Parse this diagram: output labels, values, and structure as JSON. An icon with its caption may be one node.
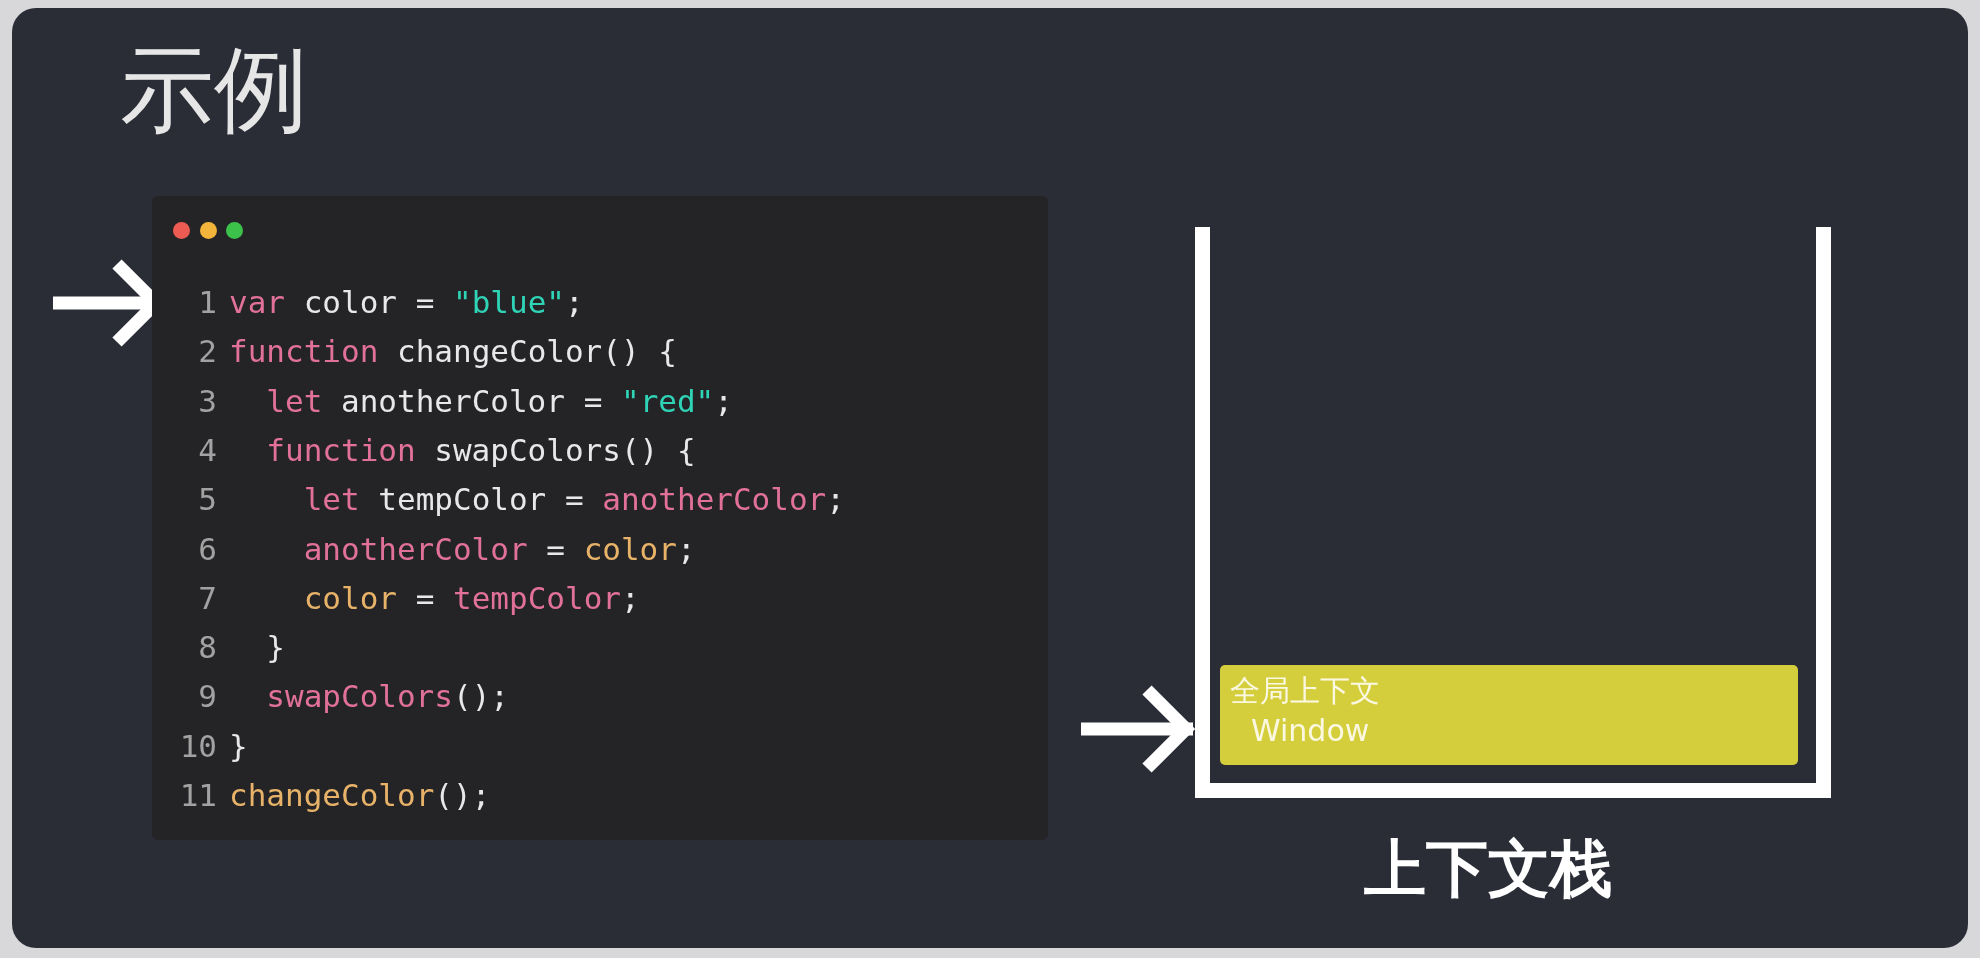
{
  "diagram": {
    "title": "示例",
    "nodes": [
      {
        "text": [],
        "shape": "box"
      },
      {
        "text": [
          "1",
          "var color = \"blue\";"
        ],
        "in": 0
      },
      {
        "text": [
          "2",
          "function changeColor() {"
        ],
        "in": 0
      },
      {
        "text": [
          "3",
          "let anotherColor = \"red\";"
        ],
        "in": 0
      },
      {
        "text": [
          "4",
          "function swapColors() {"
        ],
        "in": 0
      },
      {
        "text": [
          "5",
          "let tempColor = anotherColor;"
        ],
        "in": 0
      },
      {
        "text": [
          "6",
          "anotherColor = color;"
        ],
        "in": 0
      },
      {
        "text": [
          "7",
          "color = tempColor;"
        ],
        "in": 0
      },
      {
        "text": [
          "8",
          "}"
        ],
        "in": 0
      },
      {
        "text": [
          "9",
          "swapColors();"
        ],
        "in": 0
      },
      {
        "text": [
          "10",
          "}"
        ],
        "in": 0
      },
      {
        "text": [
          "11",
          "changeColor();"
        ],
        "in": 0
      },
      {
        "text": [
          "上下文栈"
        ]
      },
      {
        "text": [
          "全局上下文",
          "Window"
        ],
        "in": 12
      }
    ],
    "edges": [
      {
        "from": null,
        "to": 1,
        "arrow": "to"
      },
      {
        "from": null,
        "to": 12,
        "arrow": "to"
      }
    ]
  }
}
